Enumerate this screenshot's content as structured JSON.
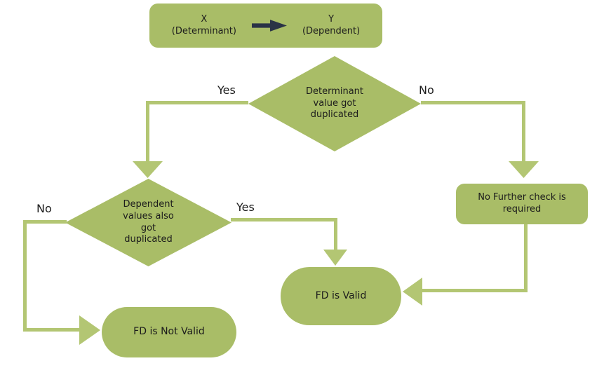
{
  "colors": {
    "shape_fill": "#a9bd67",
    "line": "#b3c673",
    "arrow_dark": "#2a3346",
    "text": "#1c1c1c"
  },
  "nodes": {
    "fd_definition": {
      "left_top": "X",
      "left_bottom": "(Determinant)",
      "right_top": "Y",
      "right_bottom": "(Dependent)"
    },
    "decision1": {
      "lines": [
        "Determinant",
        "value got",
        "duplicated"
      ]
    },
    "decision2": {
      "lines": [
        "Dependent",
        "values also",
        "got",
        "duplicated"
      ]
    },
    "no_further": {
      "lines": [
        "No Further check is",
        "required"
      ]
    },
    "fd_valid": {
      "label": "FD is Valid"
    },
    "fd_not_valid": {
      "label": "FD is Not Valid"
    }
  },
  "edge_labels": {
    "yes_determinant": "Yes",
    "no_determinant": "No",
    "yes_dependent": "Yes",
    "no_dependent": "No"
  }
}
